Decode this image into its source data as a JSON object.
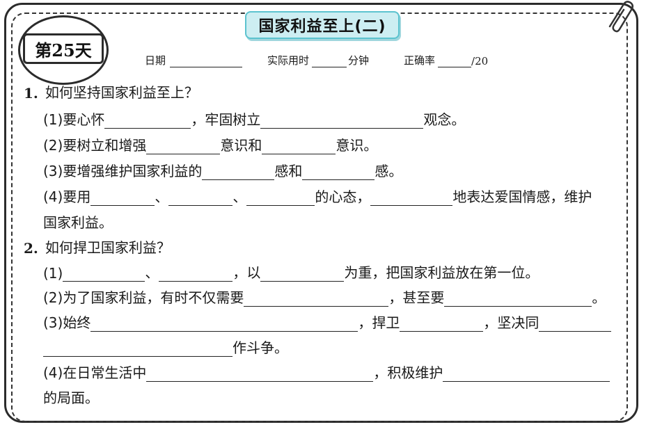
{
  "header": {
    "title": "国家利益至上(二)",
    "day_badge": "第25天",
    "date_label": "日期",
    "time_label": "实际用时",
    "time_unit": "分钟",
    "accuracy_label": "正确率",
    "accuracy_total": "/20"
  },
  "q1": {
    "number": "1.",
    "question": "如何坚持国家利益至上？",
    "p1_a": "(1)要心怀",
    "p1_b": "，牢固树立",
    "p1_c": "观念。",
    "p2_a": "(2)要树立和增强",
    "p2_b": "意识和",
    "p2_c": "意识。",
    "p3_a": "(3)要增强维护国家利益的",
    "p3_b": "感和",
    "p3_c": "感。",
    "p4_a": "(4)要用",
    "p4_sep1": "、",
    "p4_sep2": "、",
    "p4_b": "的心态，",
    "p4_c": "地表达爱国情感，维护",
    "p4_d": "国家利益。"
  },
  "q2": {
    "number": "2.",
    "question": "如何捍卫国家利益？",
    "p1_a": "(1)",
    "p1_sep": "、",
    "p1_b": "，以",
    "p1_c": "为重，把国家利益放在第一位。",
    "p2_a": "(2)为了国家利益，有时不仅需要",
    "p2_b": "，甚至要",
    "p2_c": "。",
    "p3_a": "(3)始终",
    "p3_b": "，捍卫",
    "p3_c": "，坚决同",
    "p3_d": "作斗争。",
    "p4_a": "(4)在日常生活中",
    "p4_b": "，积极维护",
    "p4_c": "的局面。"
  }
}
